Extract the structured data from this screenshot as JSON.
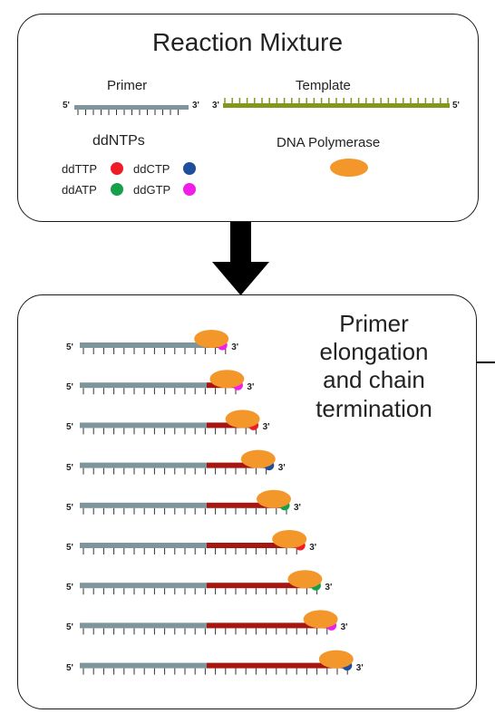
{
  "reaction_mixture": {
    "title": "Reaction Mixture",
    "primer_label": "Primer",
    "template_label": "Template",
    "ddntps_label": "ddNTPs",
    "polymerase_label": "DNA Polymerase",
    "primer_end_left": "5'",
    "primer_end_right": "3'",
    "template_end_left": "3'",
    "template_end_right": "5'",
    "ddntps": [
      {
        "label": "ddTTP",
        "color": "#ee1c25"
      },
      {
        "label": "ddCTP",
        "color": "#1f4e9c"
      },
      {
        "label": "ddATP",
        "color": "#16a04a"
      },
      {
        "label": "ddGTP",
        "color": "#f01ee8"
      }
    ]
  },
  "elongation": {
    "title": "Primer elongation and chain termination",
    "end5": "5'",
    "end3": "3'",
    "strands": [
      {
        "terminator": "ddGTP",
        "extension": 1
      },
      {
        "terminator": "ddGTP",
        "extension": 2
      },
      {
        "terminator": "ddTTP",
        "extension": 3
      },
      {
        "terminator": "ddCTP",
        "extension": 4
      },
      {
        "terminator": "ddATP",
        "extension": 5
      },
      {
        "terminator": "ddTTP",
        "extension": 6
      },
      {
        "terminator": "ddATP",
        "extension": 7
      },
      {
        "terminator": "ddGTP",
        "extension": 8
      },
      {
        "terminator": "ddCTP",
        "extension": 9
      }
    ]
  },
  "colors": {
    "primer": "#7d959b",
    "template": "#85961f",
    "extension": "#a8170f",
    "polymerase": "#f4972a",
    "arrow": "#000000"
  }
}
